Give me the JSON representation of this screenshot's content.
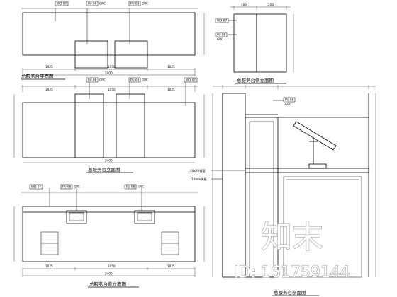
{
  "views": {
    "plan": {
      "title": "总服务台平面图",
      "tags": [
        "WD 07",
        "PU 08",
        "GRC",
        "PU 08",
        "GRC"
      ],
      "dims_bottom": [
        "1025",
        "1050",
        "1025"
      ],
      "overall": "2400"
    },
    "front_elevation": {
      "title": "总服务台立面图",
      "tags": [
        "PU 08",
        "GRC",
        "PU 08",
        "GRC",
        "WD 07"
      ],
      "dims_top": [
        "1025",
        "1050",
        "1025"
      ],
      "overall": "2400"
    },
    "back_elevation": {
      "title": "总服务台背立面图",
      "tags": [
        "WD 07",
        "PU 08",
        "GRC",
        "PU 08",
        "GRC"
      ],
      "dims_bottom": [
        "1025",
        "1050",
        "1025"
      ],
      "overall": "2400"
    },
    "side_elevation": {
      "title": "总服务台侧立面图",
      "tags": [
        "WD 07",
        "PU 08",
        "GRC"
      ],
      "dims_top": [
        "400",
        "200"
      ]
    },
    "section": {
      "title": "总服务台剖面图",
      "tags": [
        "PU 08",
        "GRC"
      ],
      "labels": [
        "40x20钢管",
        "10mm夹板"
      ]
    }
  },
  "watermark": {
    "logo": "知末",
    "id_text": "ID: 161759144"
  }
}
